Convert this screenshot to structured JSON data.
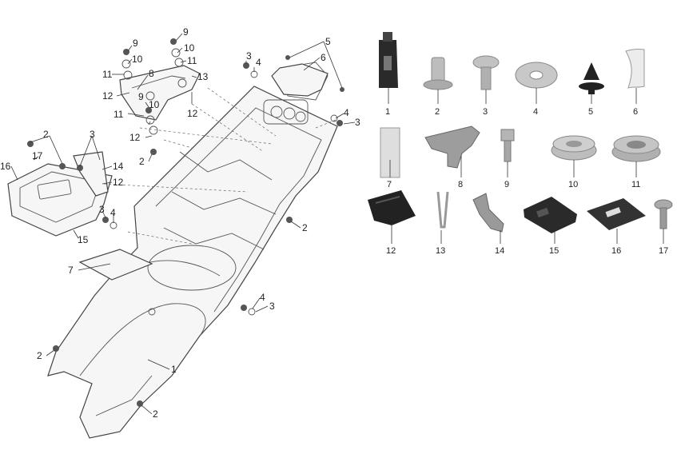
{
  "callouts": [
    {
      "id": "c9a",
      "text": "9"
    },
    {
      "id": "c10a",
      "text": "10"
    },
    {
      "id": "c11a",
      "text": "11"
    },
    {
      "id": "c8",
      "text": "8"
    },
    {
      "id": "c12a",
      "text": "12"
    },
    {
      "id": "c9b",
      "text": "9"
    },
    {
      "id": "c10b",
      "text": "10"
    },
    {
      "id": "c11b",
      "text": "11"
    },
    {
      "id": "c9c",
      "text": "9"
    },
    {
      "id": "c10c",
      "text": "10"
    },
    {
      "id": "c11c",
      "text": "11"
    },
    {
      "id": "c13",
      "text": "13"
    },
    {
      "id": "c12b",
      "text": "12"
    },
    {
      "id": "c12c",
      "text": "12"
    },
    {
      "id": "c3a",
      "text": "3"
    },
    {
      "id": "c4a",
      "text": "4"
    },
    {
      "id": "c5",
      "text": "5"
    },
    {
      "id": "c6",
      "text": "6"
    },
    {
      "id": "c4b",
      "text": "4"
    },
    {
      "id": "c3b",
      "text": "3"
    },
    {
      "id": "c2a",
      "text": "2"
    },
    {
      "id": "c17",
      "text": "17"
    },
    {
      "id": "c3c",
      "text": "3"
    },
    {
      "id": "c14",
      "text": "14"
    },
    {
      "id": "c12d",
      "text": "12"
    },
    {
      "id": "c16",
      "text": "16"
    },
    {
      "id": "c2b",
      "text": "2"
    },
    {
      "id": "c3d",
      "text": "3"
    },
    {
      "id": "c4c",
      "text": "4"
    },
    {
      "id": "c15",
      "text": "15"
    },
    {
      "id": "c2c",
      "text": "2"
    },
    {
      "id": "c7",
      "text": "7"
    },
    {
      "id": "c4d",
      "text": "4"
    },
    {
      "id": "c3e",
      "text": "3"
    },
    {
      "id": "c2d",
      "text": "2"
    },
    {
      "id": "c1",
      "text": "1"
    },
    {
      "id": "c2e",
      "text": "2"
    }
  ],
  "parts": [
    {
      "num": "1",
      "icon": "fuse-connector-icon"
    },
    {
      "num": "2",
      "icon": "flanged-bolt-icon"
    },
    {
      "num": "3",
      "icon": "pan-screw-icon"
    },
    {
      "num": "4",
      "icon": "flat-washer-icon"
    },
    {
      "num": "5",
      "icon": "push-rivet-icon"
    },
    {
      "num": "6",
      "icon": "foam-strip-icon"
    },
    {
      "num": "7",
      "icon": "pad-strip-icon"
    },
    {
      "num": "8",
      "icon": "bracket-icon"
    },
    {
      "num": "9",
      "icon": "hex-bolt-icon"
    },
    {
      "num": "10",
      "icon": "rubber-collar-icon"
    },
    {
      "num": "11",
      "icon": "grommet-icon"
    },
    {
      "num": "12",
      "icon": "clip-nut-icon"
    },
    {
      "num": "13",
      "icon": "u-clip-icon"
    },
    {
      "num": "14",
      "icon": "bent-bracket-icon"
    },
    {
      "num": "15",
      "icon": "control-box-icon"
    },
    {
      "num": "16",
      "icon": "mount-plate-icon"
    },
    {
      "num": "17",
      "icon": "long-screw-icon"
    }
  ]
}
